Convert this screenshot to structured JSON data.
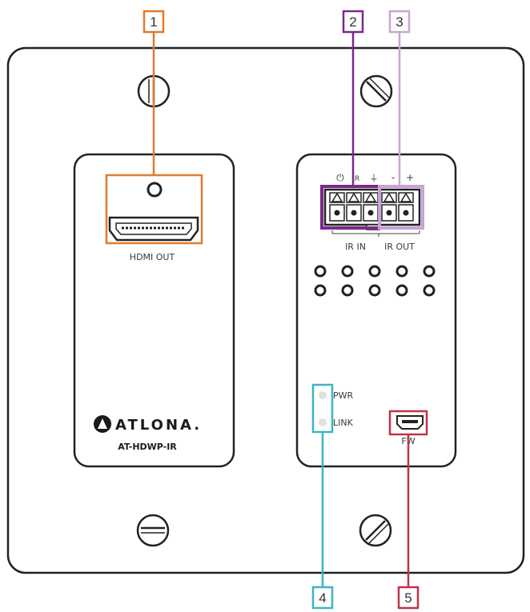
{
  "callouts": [
    {
      "number": "1",
      "color": "#e07b2e"
    },
    {
      "number": "2",
      "color": "#7a2a8a"
    },
    {
      "number": "3",
      "color": "#c9a3d6"
    },
    {
      "number": "4",
      "color": "#3fb3c8"
    },
    {
      "number": "5",
      "color": "#c0334a"
    }
  ],
  "ports": {
    "hdmi_out": "HDMI OUT",
    "ir_in": "IR IN",
    "ir_out": "IR OUT",
    "fw": "FW"
  },
  "terminal_symbols": {
    "power": "⏻",
    "ir": "R",
    "ground": "⏚",
    "minus": "-",
    "plus": "+"
  },
  "leds": {
    "pwr": "PWR",
    "link": "LINK"
  },
  "branding": {
    "logo_text": "ATLONA.",
    "model": "AT-HDWP-IR"
  }
}
